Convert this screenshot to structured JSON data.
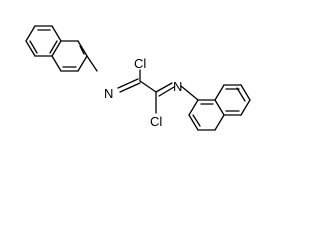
{
  "molecule": {
    "atoms": {
      "cl_top": "Cl",
      "cl_bottom": "Cl",
      "n_left": "N",
      "n_right": "N"
    }
  },
  "colors": {
    "bond": "#000000",
    "background": "#ffffff"
  }
}
